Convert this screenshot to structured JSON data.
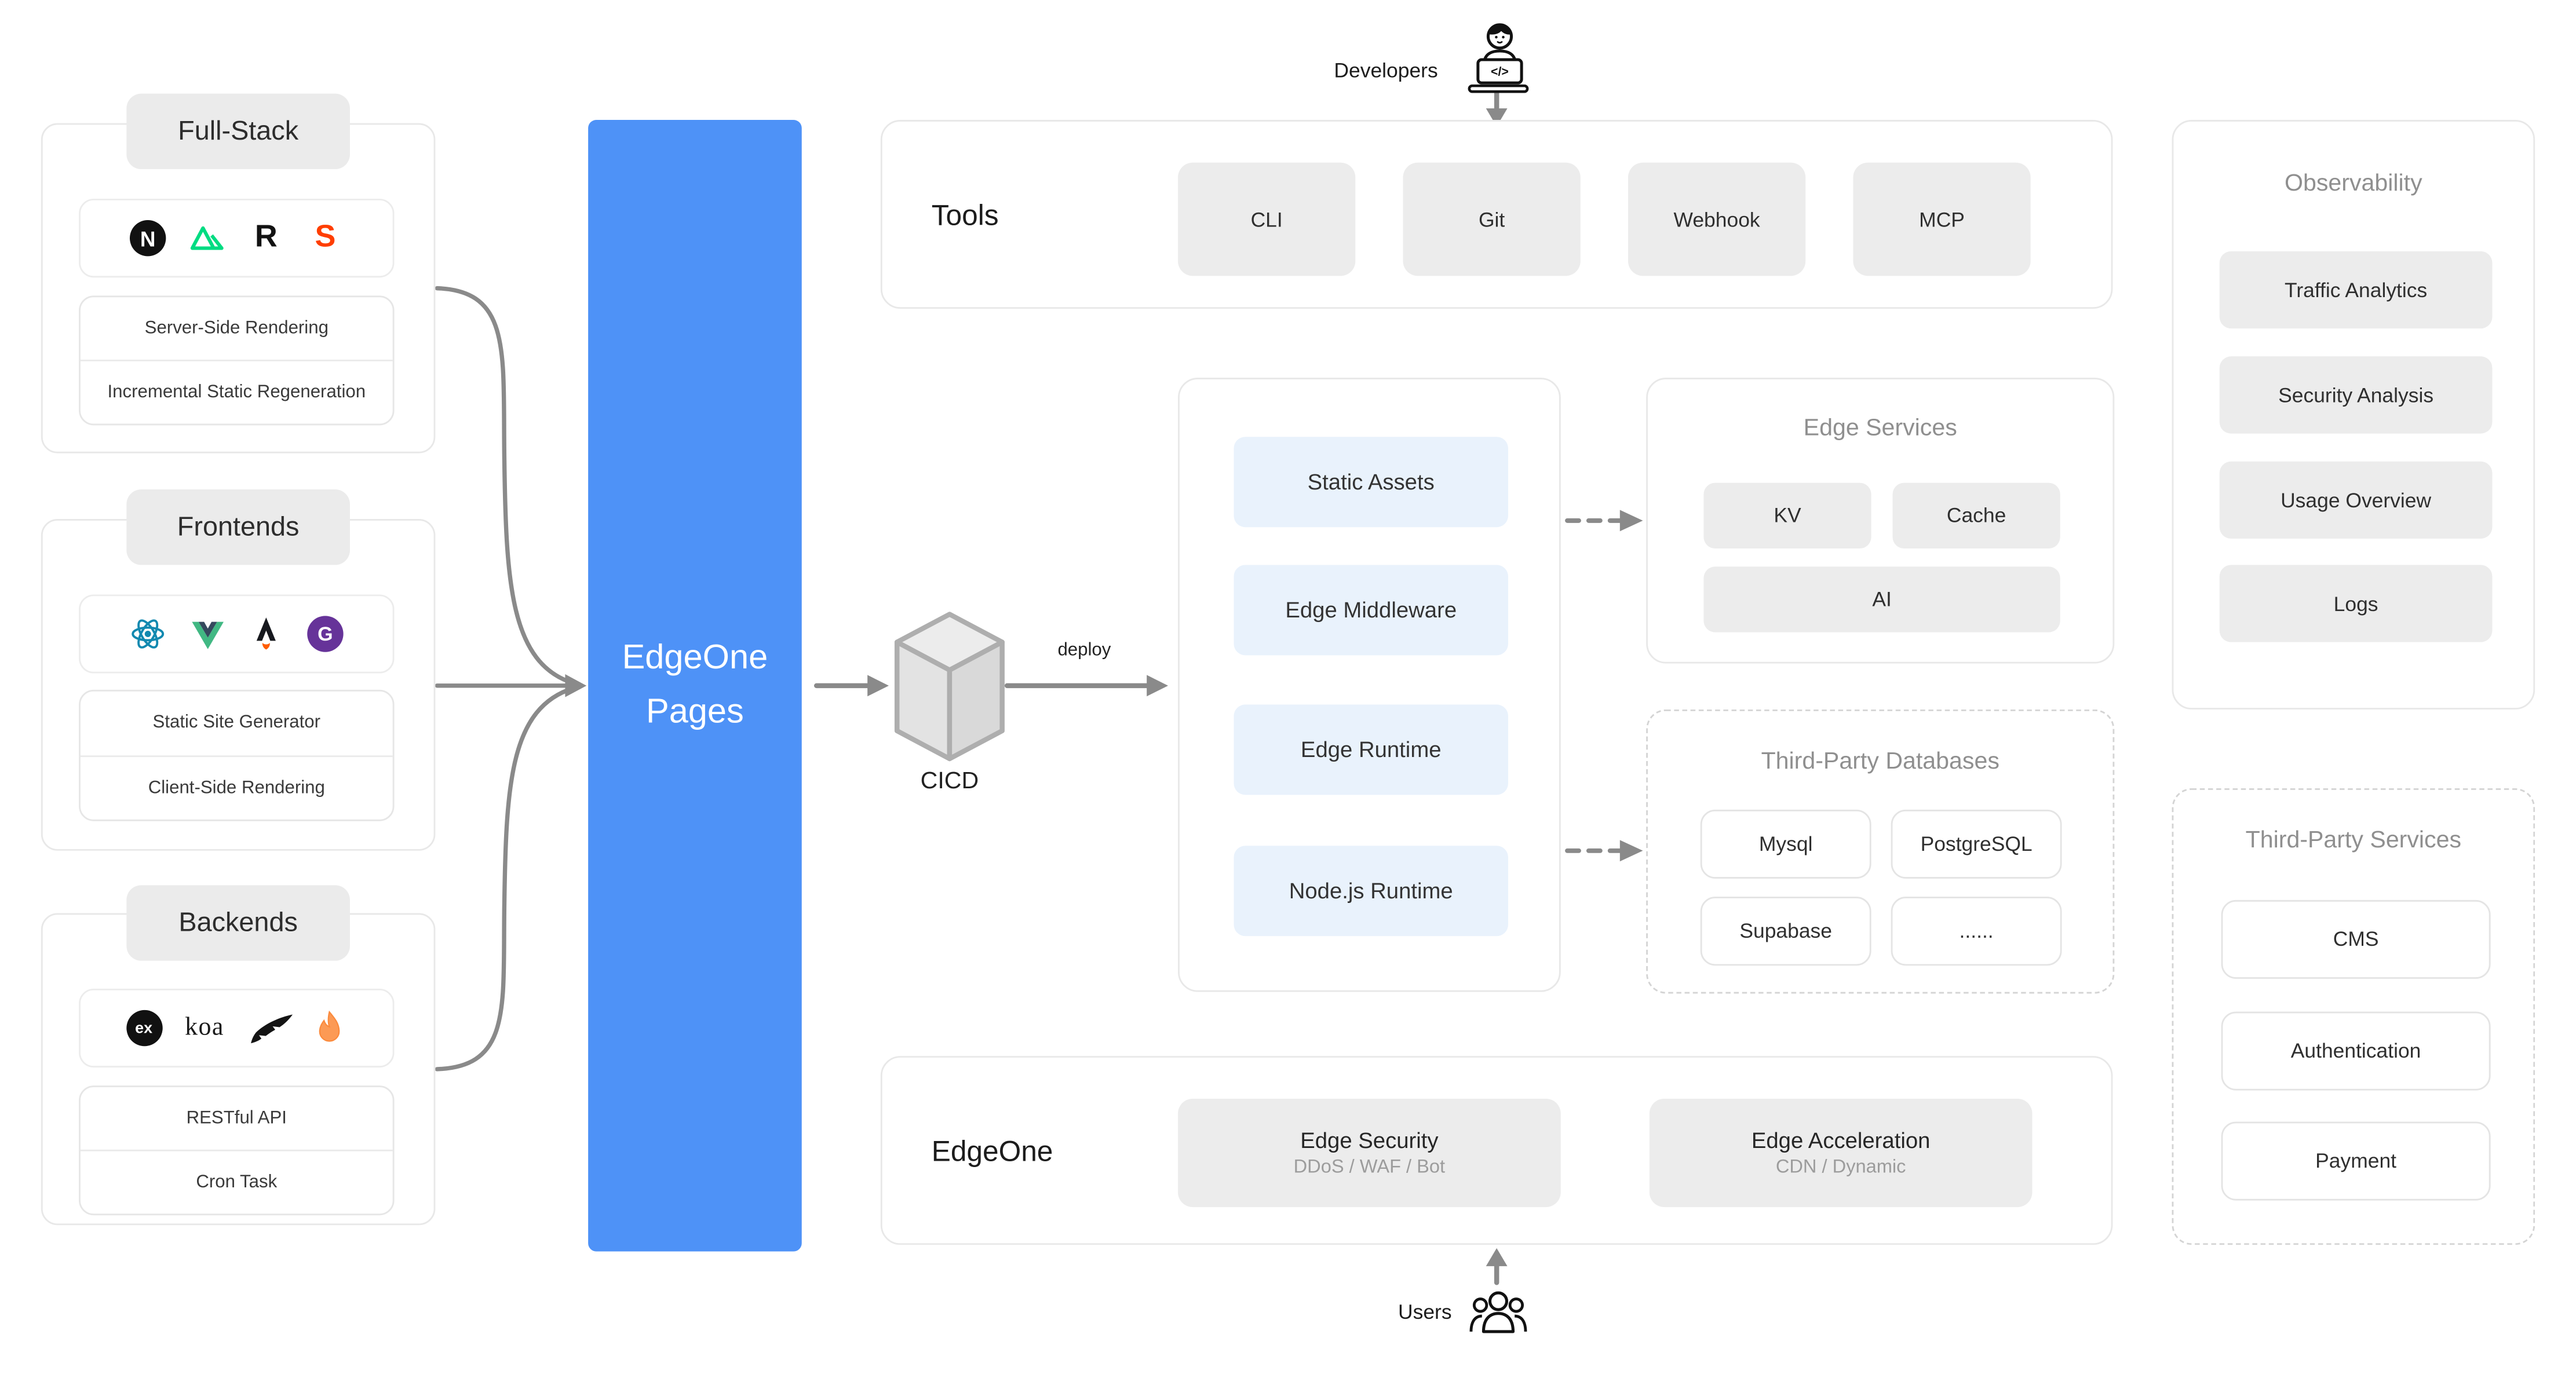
{
  "colors": {
    "accent": "#4e92f7",
    "chip_blue": "#e9f2fc",
    "chip_gray": "#ececec",
    "label_bg": "#ebebeb",
    "border": "#e8e8e8",
    "arrow": "#8a8a8a",
    "title_gray": "#8f8f8f"
  },
  "left_groups": [
    {
      "label": "Full-Stack",
      "icons": [
        "nextjs-icon",
        "nuxt-icon",
        "remix-icon",
        "svelte-icon"
      ],
      "rows": [
        "Server-Side Rendering",
        "Incremental Static Regeneration"
      ]
    },
    {
      "label": "Frontends",
      "icons": [
        "react-icon",
        "vue-icon",
        "astro-icon",
        "gatsby-icon"
      ],
      "rows": [
        "Static Site Generator",
        "Client-Side Rendering"
      ]
    },
    {
      "label": "Backends",
      "icons": [
        "express-icon",
        "koa-icon",
        "fastify-icon",
        "hono-icon"
      ],
      "rows": [
        "RESTful API",
        "Cron Task"
      ]
    }
  ],
  "edgeone_pages": {
    "line1": "EdgeOne",
    "line2": "Pages"
  },
  "cicd": {
    "label": "CICD",
    "deploy_label": "deploy"
  },
  "runtime_panel": {
    "items": [
      "Static Assets",
      "Edge Middleware",
      "Edge Runtime",
      "Node.js Runtime"
    ]
  },
  "edge_services": {
    "title": "Edge Services",
    "items": [
      "KV",
      "Cache",
      "AI"
    ]
  },
  "third_party_databases": {
    "title": "Third-Party Databases",
    "items": [
      "Mysql",
      "PostgreSQL",
      "Supabase",
      "......"
    ]
  },
  "observability": {
    "title": "Observability",
    "items": [
      "Traffic Analytics",
      "Security Analysis",
      "Usage Overview",
      "Logs"
    ]
  },
  "third_party_services": {
    "title": "Third-Party Services",
    "items": [
      "CMS",
      "Authentication",
      "Payment"
    ]
  },
  "tools": {
    "title": "Tools",
    "items": [
      "CLI",
      "Git",
      "Webhook",
      "MCP"
    ]
  },
  "edgeone": {
    "title": "EdgeOne",
    "items": [
      {
        "title": "Edge Security",
        "subtitle": "DDoS / WAF / Bot"
      },
      {
        "title": "Edge Acceleration",
        "subtitle": "CDN / Dynamic"
      }
    ]
  },
  "actors": {
    "developers": "Developers",
    "users": "Users"
  }
}
